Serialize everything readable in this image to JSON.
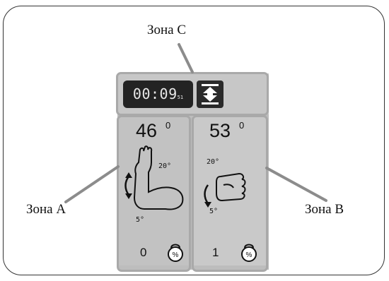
{
  "labels": {
    "zone_c": "Зона С",
    "zone_a": "Зона А",
    "zone_b": "Зона В"
  },
  "timer": {
    "value": "00:09",
    "sub": "51"
  },
  "zone_a": {
    "angle": "46",
    "degree_mark": "0",
    "upper_angle": "20°",
    "lower_angle": "5°",
    "count": "0",
    "icon": "kettlebell-percent-icon"
  },
  "zone_b": {
    "angle": "53",
    "degree_mark": "0",
    "upper_angle": "20°",
    "lower_angle": "5°",
    "count": "1",
    "icon": "kettlebell-percent-icon"
  },
  "colors": {
    "highlight": "#a9a9a9",
    "leader": "#8c8c8c",
    "display_bg": "#232323"
  }
}
